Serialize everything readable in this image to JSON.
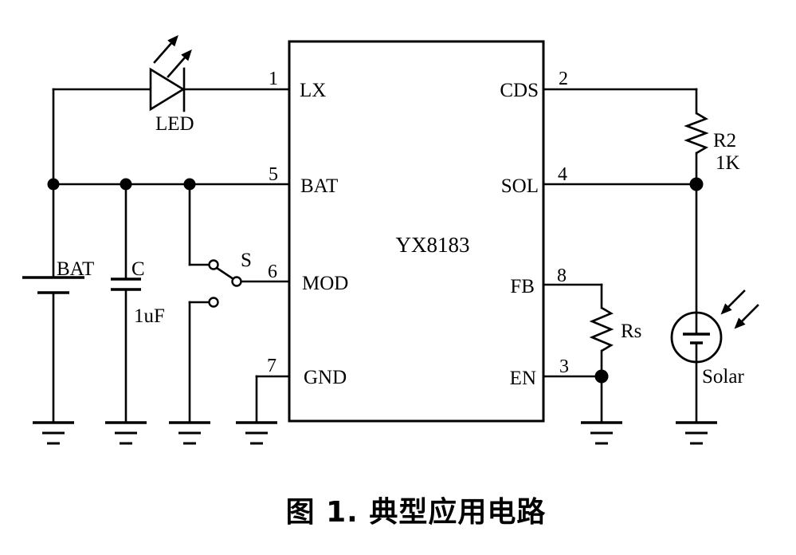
{
  "figure": {
    "caption": "图 1.  典型应用电路"
  },
  "ic": {
    "name": "YX8183",
    "pins": {
      "lx": {
        "num": "1",
        "name": "LX"
      },
      "bat": {
        "num": "5",
        "name": "BAT"
      },
      "mod": {
        "num": "6",
        "name": "MOD"
      },
      "gnd": {
        "num": "7",
        "name": "GND"
      },
      "cds": {
        "num": "2",
        "name": "CDS"
      },
      "sol": {
        "num": "4",
        "name": "SOL"
      },
      "fb": {
        "num": "8",
        "name": "FB"
      },
      "en": {
        "num": "3",
        "name": "EN"
      }
    }
  },
  "components": {
    "led": {
      "label": "LED"
    },
    "battery": {
      "label": "BAT"
    },
    "capacitor": {
      "label": "C",
      "value": "1uF"
    },
    "switch": {
      "label": "S"
    },
    "r2": {
      "label": "R2",
      "value": "1K"
    },
    "rs": {
      "label": "Rs"
    },
    "solar": {
      "label": "Solar"
    }
  },
  "colors": {
    "line": "#000000",
    "background": "#ffffff"
  }
}
